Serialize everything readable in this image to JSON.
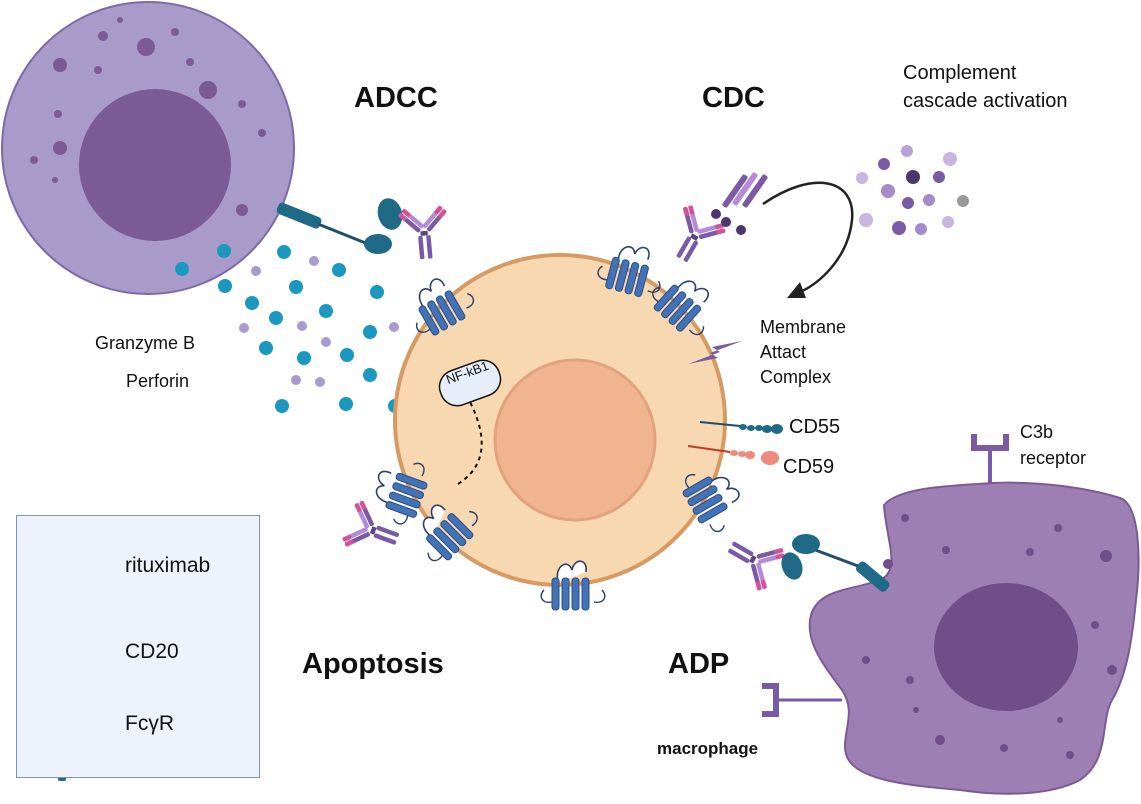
{
  "labels": {
    "adcc": "ADCC",
    "cdc": "CDC",
    "apoptosis": "Apoptosis",
    "adp": "ADP",
    "complement_line1": "Complement",
    "complement_line2": "cascade activation",
    "granzyme": "Granzyme B",
    "perforin": "Perforin",
    "mac_line1": "Membrane",
    "mac_line2": "Attact",
    "mac_line3": "Complex",
    "cd55": "CD55",
    "cd59": "CD59",
    "c3b_line1": "C3b",
    "c3b_line2": "receptor",
    "nfkb": "NF-kB1",
    "macrophage": "macrophage"
  },
  "legend": {
    "items": [
      {
        "label": "rituximab"
      },
      {
        "label": "CD20"
      },
      {
        "label": "FcγR"
      }
    ]
  },
  "colors": {
    "nk_cell": "#a89ac9",
    "nk_nucleus": "#7c5a96",
    "tumor_cell": "#f8d8b0",
    "tumor_border": "#d79a62",
    "tumor_nucleus": "#f0b58e",
    "macrophage": "#9e7fb3",
    "macrophage_nucleus": "#714d89",
    "granzyme_teal": "#1b98bf",
    "perforin_lavender": "#a99ad0",
    "cd20_blue": "#3f6fb2",
    "fcr_teal": "#1f6a86",
    "rituximab_purple": "#7a5aa5",
    "rituximab_pink": "#d3539a"
  }
}
